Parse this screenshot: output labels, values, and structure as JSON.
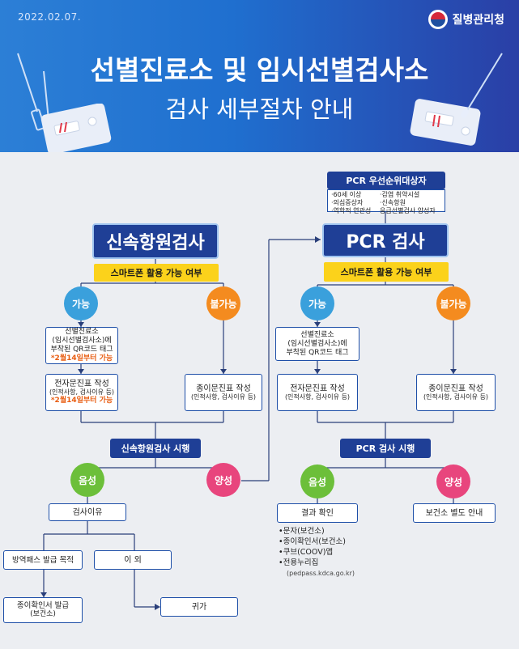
{
  "header": {
    "date": "2022.02.07.",
    "agency": "질병관리청",
    "title_line1": "선별진료소 및 임시선별검사소",
    "title_line2": "검사 세부절차 안내"
  },
  "left": {
    "main": "신속항원검사",
    "question": "스마트폰 활용 가능 여부",
    "possible": "가능",
    "impossible": "불가능",
    "qr_box": {
      "line1": "선별진료소",
      "line2": "(임시선별검사소)에",
      "line3": "부착된 QR코드 태그",
      "note": "*2월14일부터 가능"
    },
    "e_form": {
      "line1": "전자문진표 작성",
      "line2": "(인적사항, 검사이유 등)",
      "note": "*2월14일부터 가능"
    },
    "paper_form": {
      "line1": "종이문진표 작성",
      "line2": "(인적사항, 검사이유 등)"
    },
    "test": "신속항원검사 시행",
    "negative": "음성",
    "positive": "양성",
    "reason": "검사이유",
    "pass_purpose": "방역패스 발급 목적",
    "other": "이 외",
    "paper_cert": {
      "line1": "종이확인서 발급",
      "line2": "(보건소)"
    },
    "home": "귀가"
  },
  "right": {
    "priority_title": "PCR 우선순위대상자",
    "priority_col1": [
      "·60세 이상",
      "·의심증상자",
      "·역학적 연관성"
    ],
    "priority_col2": [
      "·감염 취약시설",
      "·신속항원",
      "  응급선별검사 양성자"
    ],
    "main": "PCR 검사",
    "question": "스마트폰 활용 가능 여부",
    "possible": "가능",
    "impossible": "불가능",
    "qr_box": {
      "line1": "선별진료소",
      "line2": "(임시선별검사소)에",
      "line3": "부착된 QR코드 태그"
    },
    "e_form": {
      "line1": "전자문진표 작성",
      "line2": "(인적사항, 검사이유 등)"
    },
    "paper_form": {
      "line1": "종이문진표 작성",
      "line2": "(인적사항, 검사이유 등)"
    },
    "test": "PCR 검사 시행",
    "negative": "음성",
    "positive": "양성",
    "result": "결과 확인",
    "health_center": "보건소 별도 안내",
    "result_methods": [
      "•문자(보건소)",
      "•종이확인서(보건소)",
      "•쿠브(COOV)앱",
      "•전용누리집"
    ],
    "url": "(pedpass.kdca.go.kr)"
  },
  "colors": {
    "navy": "#1f3f96",
    "yellow": "#fbd21b",
    "blue": "#3aa0dc",
    "orange": "#f48b1f",
    "green": "#6cbf3a",
    "pink": "#e8457d",
    "note_orange": "#e85d12"
  },
  "icons": [
    "test-swab-icon",
    "test-kit-icon",
    "agency-logo-icon"
  ]
}
